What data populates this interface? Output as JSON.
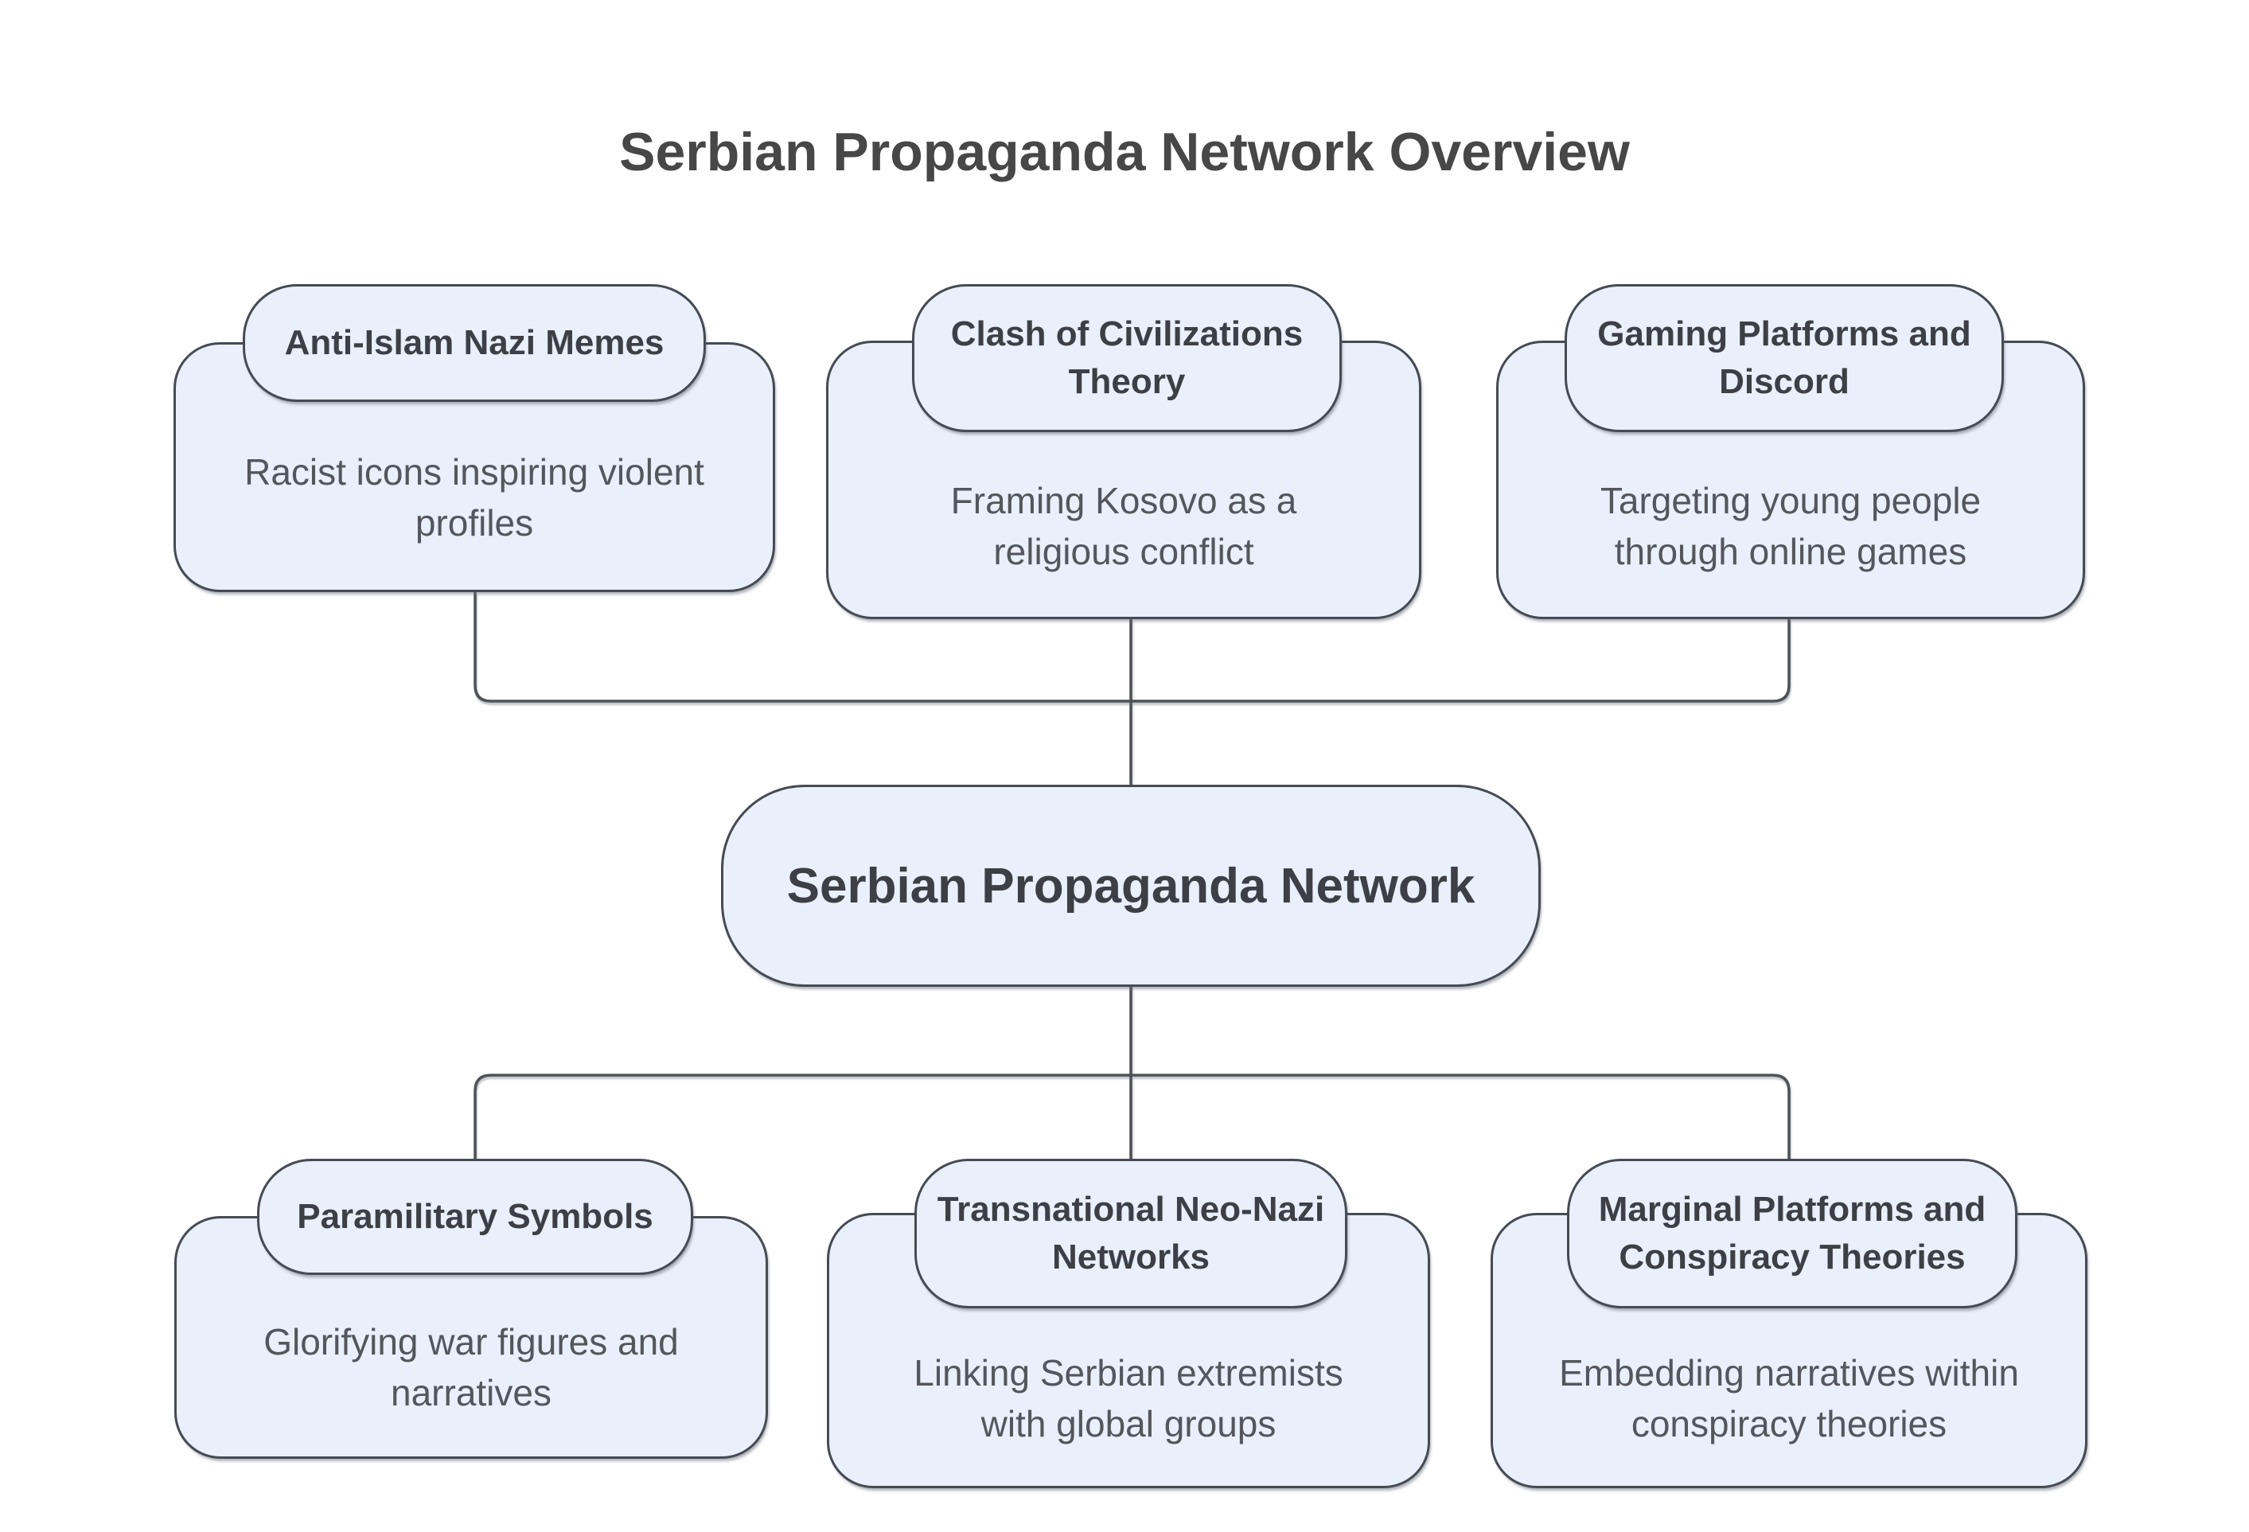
{
  "title": "Serbian Propaganda Network Overview",
  "center_node": {
    "label": "Serbian Propaganda Network"
  },
  "top_nodes": [
    {
      "title": "Anti-Islam Nazi Memes",
      "body": "Racist icons inspiring violent profiles"
    },
    {
      "title": "Clash of Civilizations Theory",
      "body": "Framing Kosovo as a religious conflict"
    },
    {
      "title": "Gaming Platforms and Discord",
      "body": "Targeting young people through online games"
    }
  ],
  "bottom_nodes": [
    {
      "title": "Paramilitary Symbols",
      "body": "Glorifying war figures and narratives"
    },
    {
      "title": "Transnational Neo-Nazi Networks",
      "body": "Linking Serbian extremists with global groups"
    },
    {
      "title": "Marginal Platforms and Conspiracy Theories",
      "body": "Embedding narratives within conspiracy theories"
    }
  ],
  "theme": {
    "background": "#ffffff",
    "node_fill": "#e9effb",
    "node_border": "#454b54",
    "line_color": "#4e5257",
    "title_color": "#474747",
    "node_title_color": "#3c4046",
    "body_color": "#53575d"
  }
}
